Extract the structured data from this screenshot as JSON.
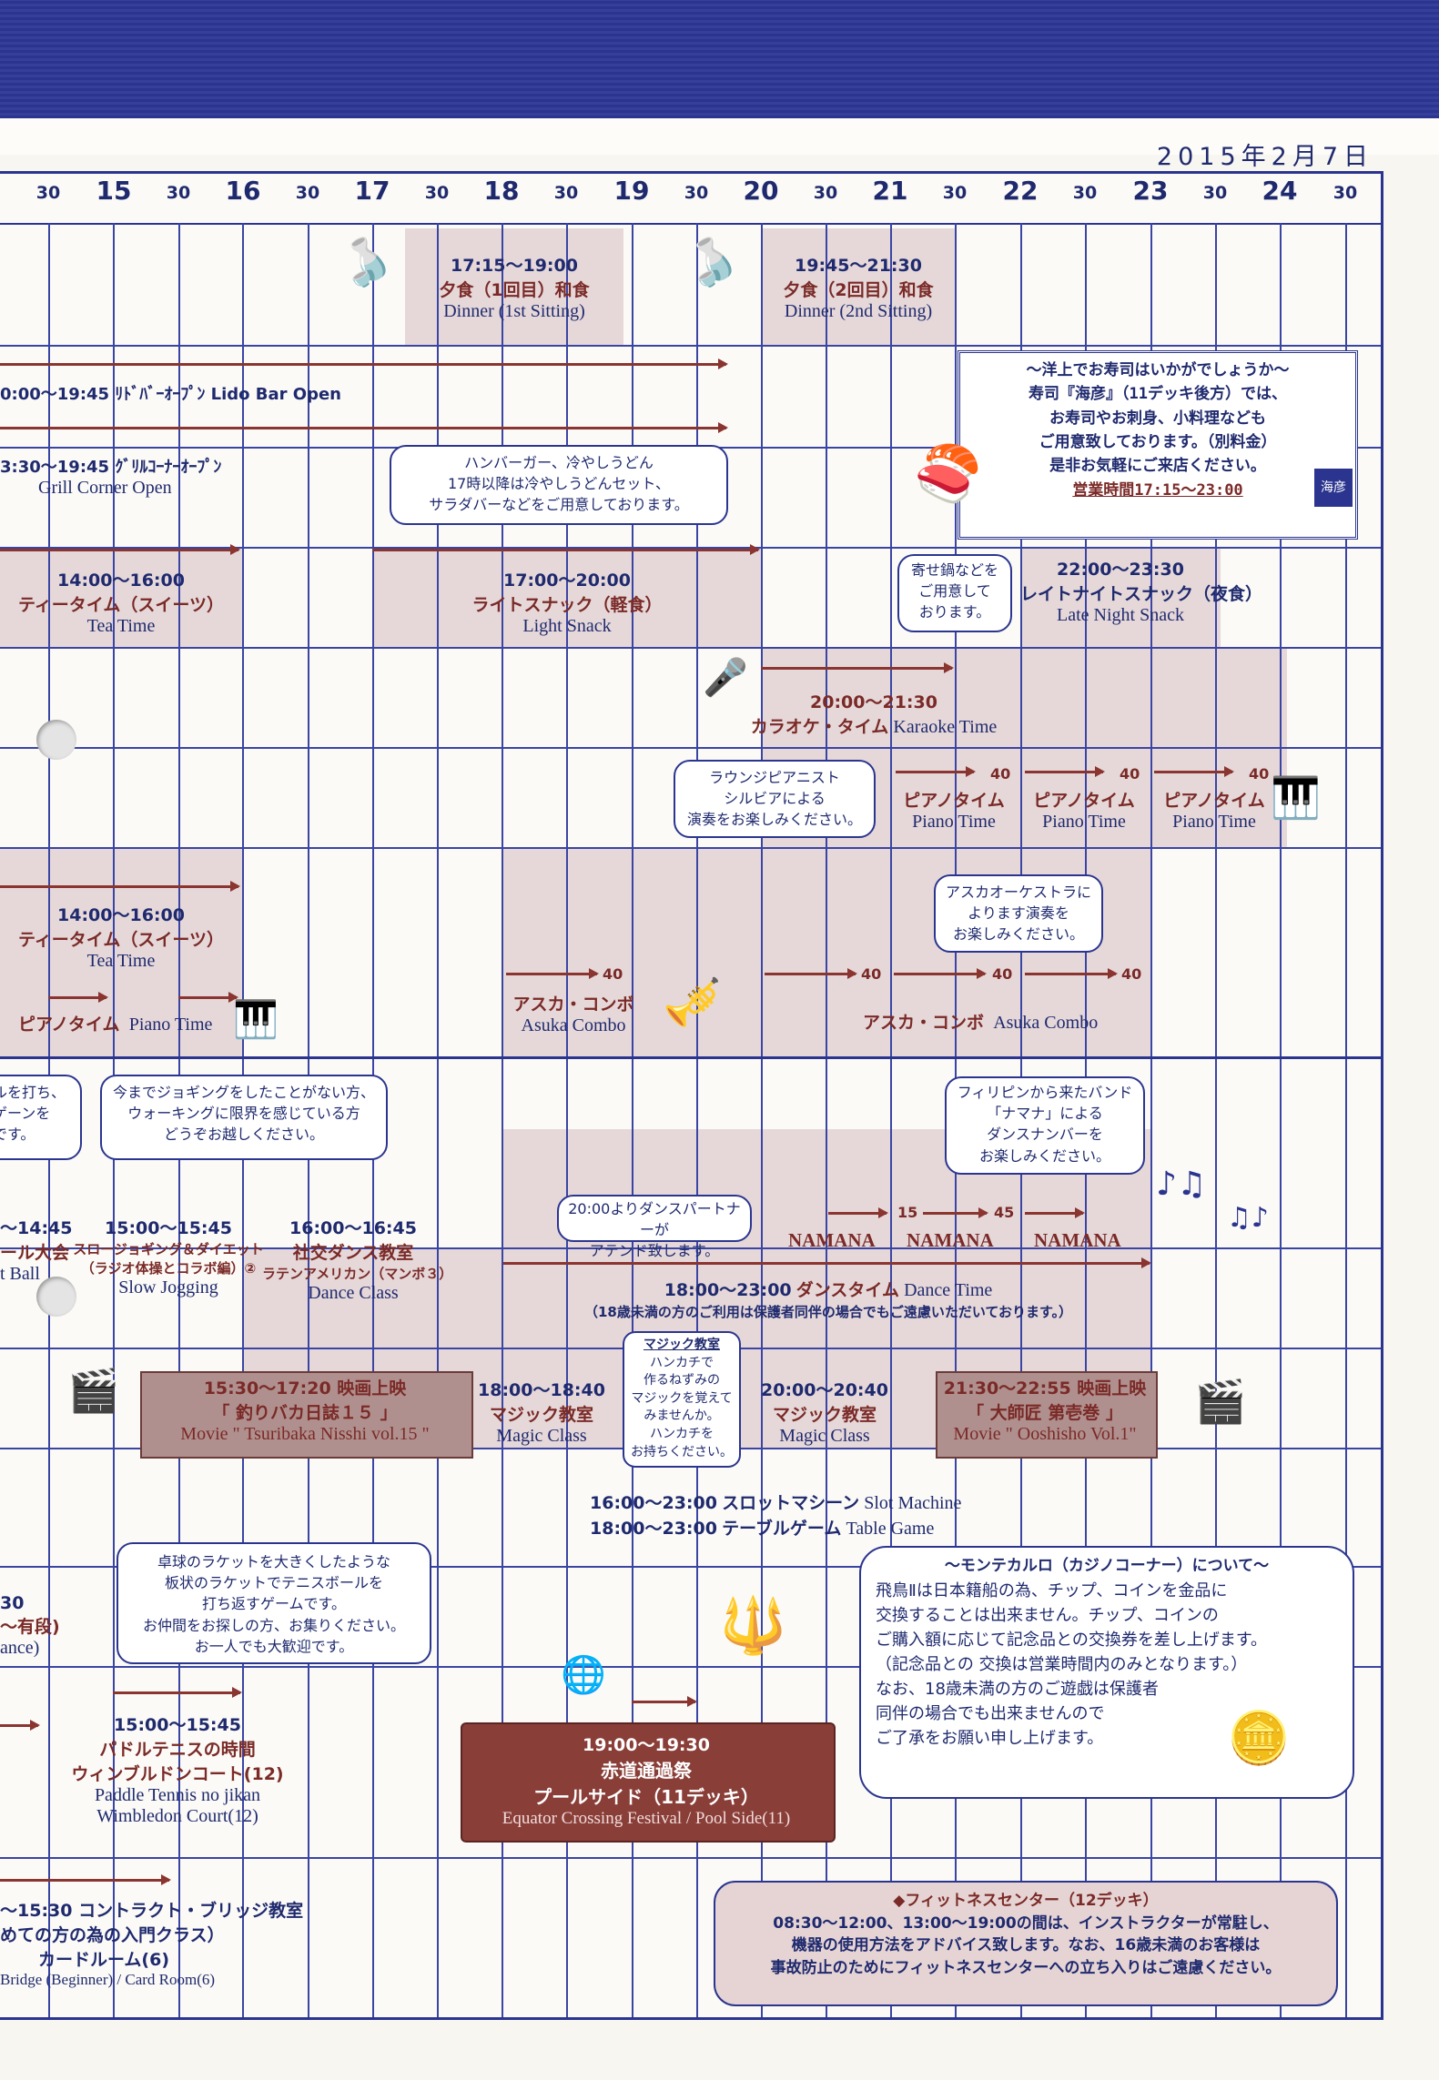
{
  "date": "2015年2月7日",
  "hours": [
    "15",
    "16",
    "17",
    "18",
    "19",
    "20",
    "21",
    "22",
    "23",
    "24"
  ],
  "half": "30",
  "dinner1": {
    "time": "17:15〜19:00",
    "jp": "夕食（1回目）和食",
    "en": "Dinner (1st Sitting)"
  },
  "dinner2": {
    "time": "19:45〜21:30",
    "jp": "夕食（2回目）和食",
    "en": "Dinner (2nd Sitting)"
  },
  "lido": "0:00〜19:45 ﾘﾄﾞﾊﾞｰｵｰﾌﾟﾝ Lido Bar Open",
  "grill": {
    "jp": "3:30〜19:45 ｸﾞﾘﾙｺｰﾅｰｵｰﾌﾟﾝ",
    "en": "Grill Corner Open"
  },
  "burger_bubble": [
    "ハンバーガー、冷やしうどん",
    "17時以降は冷やしうどんセット、",
    "サラダバーなどをご用意しております。"
  ],
  "sushi": {
    "l1": "〜洋上でお寿司はいかがでしょうか〜",
    "l2": "寿司『海彦』（11デッキ後方）では、",
    "l3": "お寿司やお刺身、小料理なども",
    "l4": "ご用意致しております。（別料金）",
    "l5": "是非お気軽にご来店ください。",
    "hours": "営業時間17:15〜23:00",
    "logo": "海彦"
  },
  "tea1": {
    "time": "14:00〜16:00",
    "jp": "ティータイム（スイーツ）",
    "en": "Tea Time"
  },
  "lightsnack": {
    "time": "17:00〜20:00",
    "jp": "ライトスナック（軽食）",
    "en": "Light Snack"
  },
  "nabe_bubble": [
    "寄せ鍋などを",
    "ご用意して",
    "おります。"
  ],
  "latenight": {
    "time": "22:00〜23:30",
    "jp": "レイトナイトスナック（夜食）",
    "en": "Late Night Snack"
  },
  "karaoke": {
    "time": "20:00〜21:30",
    "jp": "カラオケ・タイム",
    "en": "Karaoke Time"
  },
  "pianist_bubble": [
    "ラウンジピアニスト",
    "シルビアによる",
    "演奏をお楽しみください。"
  ],
  "piano": {
    "jp": "ピアノタイム",
    "en": "Piano Time",
    "forty": "40"
  },
  "tea2": {
    "time": "14:00〜16:00",
    "jp": "ティータイム（スイーツ）",
    "en": "Tea Time"
  },
  "piano2": {
    "jp": "ピアノタイム",
    "en": "Piano Time"
  },
  "combo": {
    "jp": "アスカ・コンボ",
    "en": "Asuka Combo",
    "forty": "40"
  },
  "orchestra_bubble": [
    "アスカオーケストラに",
    "よります演奏を",
    "お楽しみください。"
  ],
  "left_bubble": [
    "ルを打ち、",
    "ゲーンを",
    "です。"
  ],
  "jog_bubble": [
    "今までジョギングをしたことがない方、",
    "ウォーキングに限界を感じている方",
    "どうぞお越しください。"
  ],
  "namana_bubble": [
    "フィリピンから来たバンド",
    "「ナマナ」による",
    "ダンスナンバーを",
    "お楽しみください。"
  ],
  "partner_bubble": [
    "20:00よりダンスパートナーが",
    "アテンド致します。"
  ],
  "golf": {
    "time": "〜14:45",
    "jp": "ール大会",
    "en": "t Ball"
  },
  "jog": {
    "time": "15:00〜15:45",
    "jp": "スロージョギング＆ダイエット",
    "jp2": "（ラジオ体操とコラボ編）②",
    "en": "Slow Jogging"
  },
  "dance": {
    "time": "16:00〜16:45",
    "jp": "社交ダンス教室",
    "jp2": "ラテンアメリカン（マンボ３）",
    "en": "Dance Class"
  },
  "namana": {
    "label": "NAMANA",
    "n15": "15",
    "n45": "45"
  },
  "dancetime": {
    "time": "18:00〜23:00",
    "jp": "ダンスタイム",
    "en": "Dance Time",
    "note": "（18歳未満の方のご利用は保護者同伴の場合でもご遠慮いただいております。）"
  },
  "movie1": {
    "time": "15:30〜17:20 映画上映",
    "jp": "「 釣りバカ日誌１５ 」",
    "en": "Movie \" Tsuribaka Nisshi vol.15 \""
  },
  "magic1": {
    "time": "18:00〜18:40",
    "jp": "マジック教室",
    "en": "Magic Class"
  },
  "magic_bubble": [
    "マジック教室",
    "ハンカチで",
    "作るねずみの",
    "マジックを覚えて",
    "みませんか。",
    "ハンカチを",
    "お持ちください。"
  ],
  "magic2": {
    "time": "20:00〜20:40",
    "jp": "マジック教室",
    "en": "Magic Class"
  },
  "movie2": {
    "time": "21:30〜22:55 映画上映",
    "jp": "「 大師匠 第壱巻 」",
    "en": "Movie \" Ooshisho Vol.1\""
  },
  "slot": {
    "time": "16:00〜23:00",
    "jp": "スロットマシーン",
    "en": "Slot Machine"
  },
  "table": {
    "time": "18:00〜23:00",
    "jp": "テーブルゲーム",
    "en": "Table Game"
  },
  "tennis_bubble": [
    "卓球のラケットを大きくしたような",
    "板状のラケットでテニスボールを",
    "打ち返すゲームです。",
    "お仲間をお探しの方、お集りください。",
    "お一人でも大歓迎です。"
  ],
  "left_dance": {
    "a": "30",
    "b": "〜有段)",
    "c": "ance)"
  },
  "paddle": {
    "time": "15:00〜15:45",
    "jp": "パドルテニスの時間",
    "jp2": "ウィンブルドンコート(12)",
    "en": "Paddle Tennis no jikan",
    "en2": "Wimbledon Court(12)"
  },
  "equator": {
    "time": "19:00〜19:30",
    "jp": "赤道通過祭",
    "jp2": "プールサイド（11デッキ）",
    "en": "Equator Crossing Festival / Pool Side(11)"
  },
  "casino": {
    "title": "〜モンテカルロ（カジノコーナー）について〜",
    "l1": "飛鳥Ⅱは日本籍船の為、チップ、コインを金品に",
    "l2": "交換することは出来ません。チップ、コインの",
    "l3": "ご購入額に応じて記念品との交換券を差し上げます。",
    "l4": "（記念品との 交換は営業時間内のみとなります。）",
    "l5": "なお、18歳未満の方のご遊戯は保護者",
    "l6": "同伴の場合でも出来ませんので",
    "l7": "ご了承をお願い申し上げます。"
  },
  "bridge": {
    "l1": "〜15:30 コントラクト・ブリッジ教室",
    "l2": "めての方の為の入門クラス）",
    "l3": "カードルーム(6)",
    "l4": "Bridge (Beginner) / Card Room(6)"
  },
  "fitness": {
    "title": "◆フィットネスセンター（12デッキ）",
    "l1": "08:30〜12:00、13:00〜19:00の間は、インストラクターが常駐し、",
    "l2": "機器の使用方法をアドバイス致します。なお、16歳未満のお客様は",
    "l3": "事故防止のためにフィットネスセンターへの立ち入りはご遠慮ください。"
  }
}
